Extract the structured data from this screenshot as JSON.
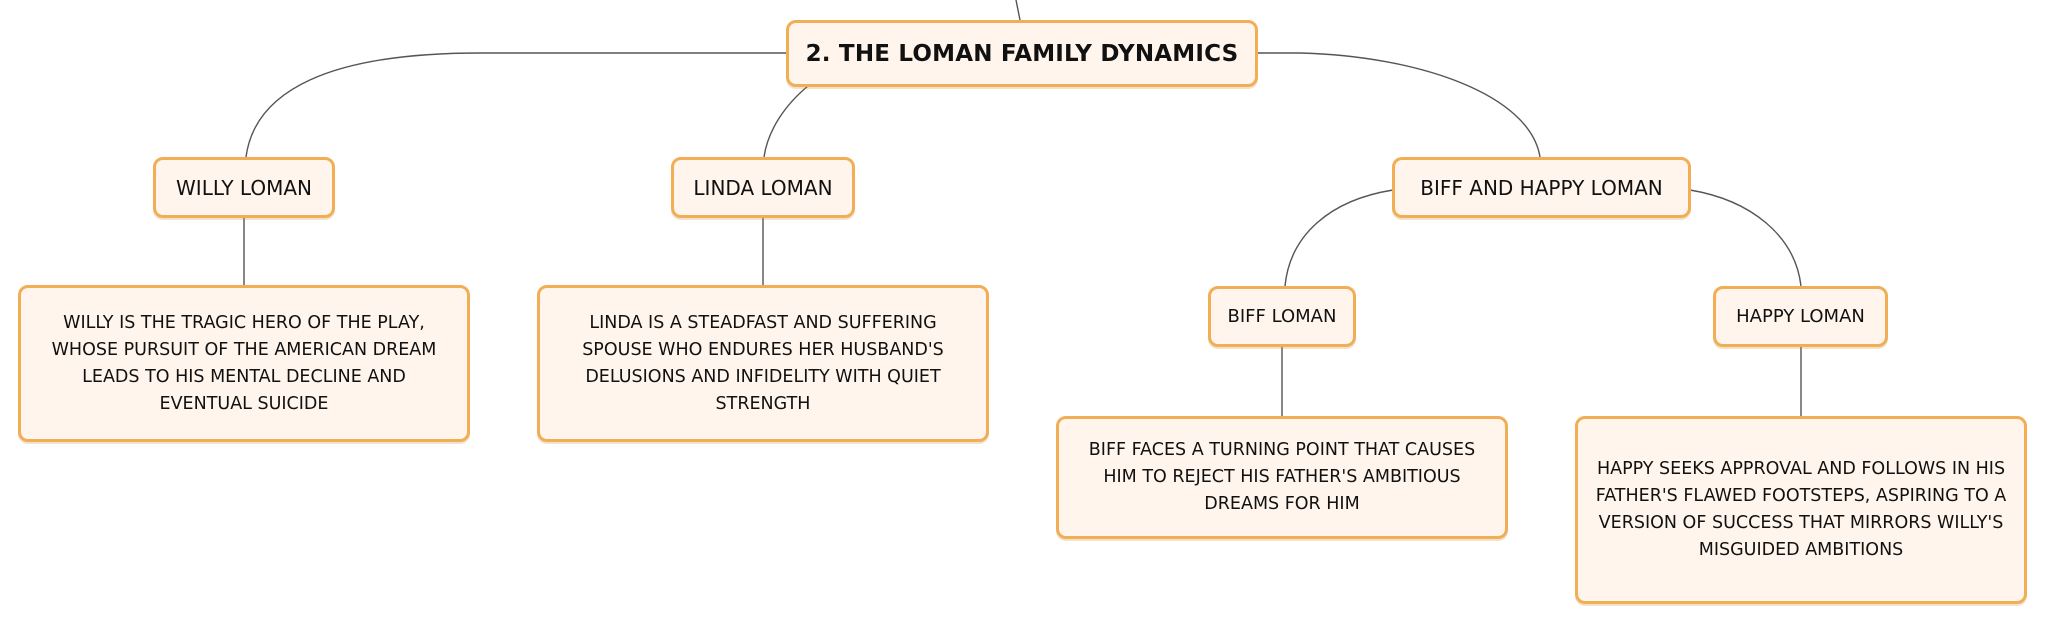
{
  "root": {
    "label": "2. THE LOMAN FAMILY DYNAMICS"
  },
  "characters": {
    "willy": {
      "label": "WILLY LOMAN",
      "description": "WILLY IS THE TRAGIC HERO OF THE PLAY, WHOSE PURSUIT OF THE AMERICAN DREAM LEADS TO HIS MENTAL DECLINE AND EVENTUAL SUICIDE"
    },
    "linda": {
      "label": "LINDA LOMAN",
      "description": "LINDA IS A STEADFAST AND SUFFERING SPOUSE WHO ENDURES HER HUSBAND'S DELUSIONS AND INFIDELITY WITH QUIET STRENGTH"
    },
    "sons": {
      "label": "BIFF AND HAPPY LOMAN",
      "biff": {
        "label": "BIFF LOMAN",
        "description": "BIFF FACES A TURNING POINT THAT CAUSES HIM TO REJECT HIS FATHER'S AMBITIOUS DREAMS FOR HIM"
      },
      "happy": {
        "label": "HAPPY LOMAN",
        "description": "HAPPY SEEKS APPROVAL AND FOLLOWS IN HIS FATHER'S FLAWED FOOTSTEPS, ASPIRING TO A VERSION OF SUCCESS THAT MIRRORS WILLY'S MISGUIDED AMBITIONS"
      }
    }
  },
  "colors": {
    "node_fill": "#fff5ec",
    "node_border": "#f2ae55",
    "connector": "#555555"
  }
}
